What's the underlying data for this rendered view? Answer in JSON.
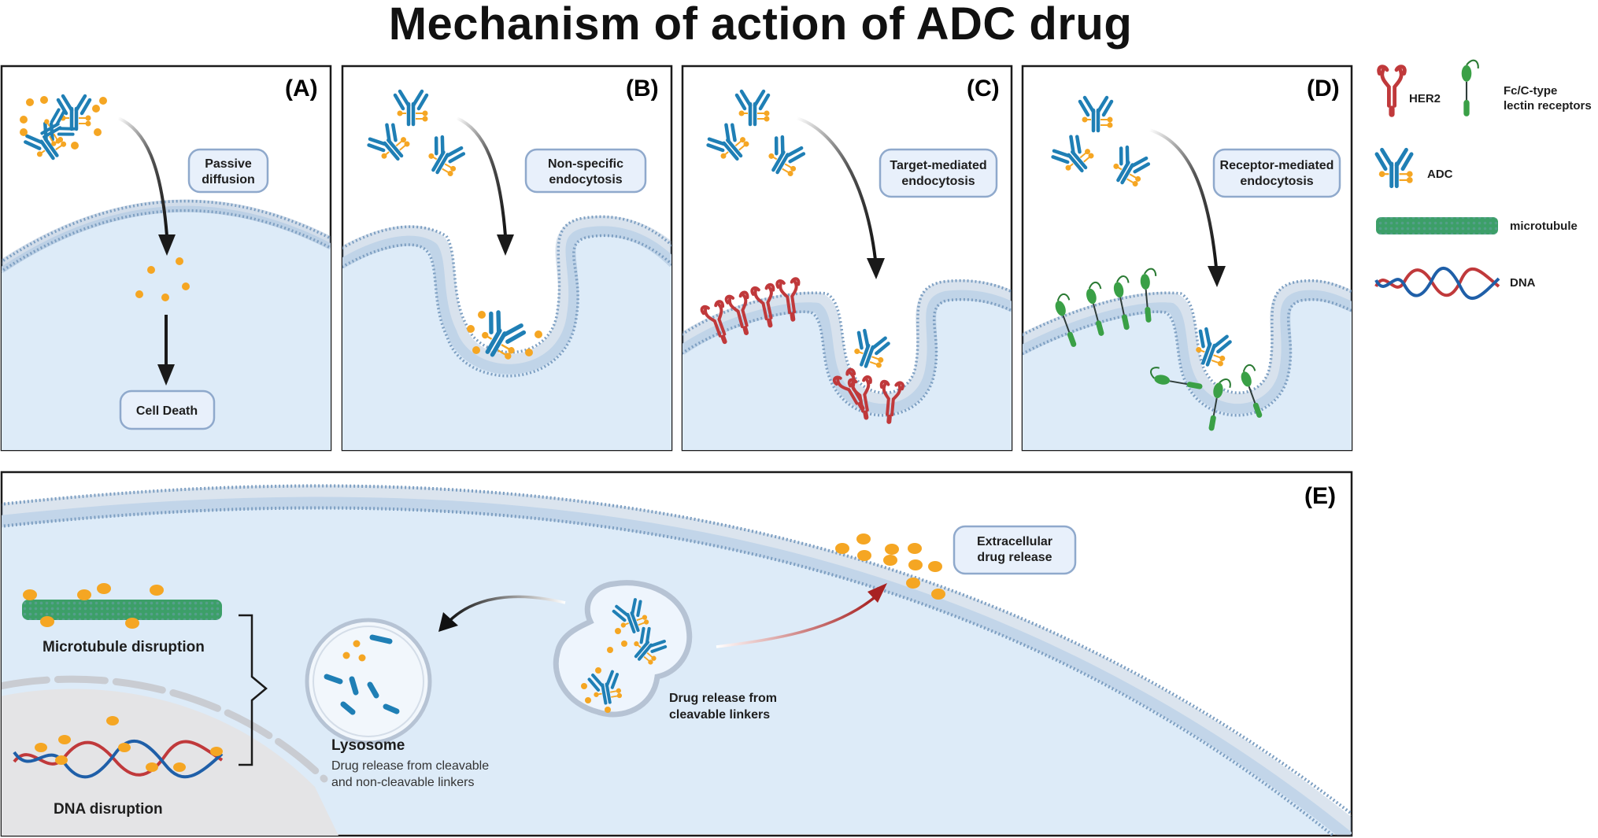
{
  "title": "Mechanism of action of ADC drug",
  "panels": {
    "a": {
      "letter": "(A)",
      "box_line1": "Passive",
      "box_line2": "diffusion",
      "death": "Cell Death"
    },
    "b": {
      "letter": "(B)",
      "box_line1": "Non-specific",
      "box_line2": "endocytosis"
    },
    "c": {
      "letter": "(C)",
      "box_line1": "Target-mediated",
      "box_line2": "endocytosis"
    },
    "d": {
      "letter": "(D)",
      "box_line1": "Receptor-mediated",
      "box_line2": "endocytosis"
    },
    "e": {
      "letter": "(E)",
      "extracellular_line1": "Extracellular",
      "extracellular_line2": "drug release",
      "vesicle_line1": "Drug release from",
      "vesicle_line2": "cleavable linkers",
      "lysosome_title": "Lysosome",
      "lysosome_line1": "Drug release from cleavable",
      "lysosome_line2": "and non-cleavable linkers",
      "microtubule": "Microtubule disruption",
      "dna": "DNA disruption"
    }
  },
  "legend": {
    "her2": "HER2",
    "fc_line1": "Fc/C-type",
    "fc_line2": "lectin receptors",
    "adc": "ADC",
    "microtubule": "microtubule",
    "dna": "DNA"
  },
  "colors": {
    "adc_blue": "#1f7fb5",
    "payload_orange": "#f5a623",
    "her2_red": "#c0393b",
    "lectin_green": "#3aa046",
    "cell_fill": "#ddebf8",
    "membrane": "#7d9fc2",
    "label_border": "#8fa9cc",
    "release_arrow": "#a82222"
  }
}
